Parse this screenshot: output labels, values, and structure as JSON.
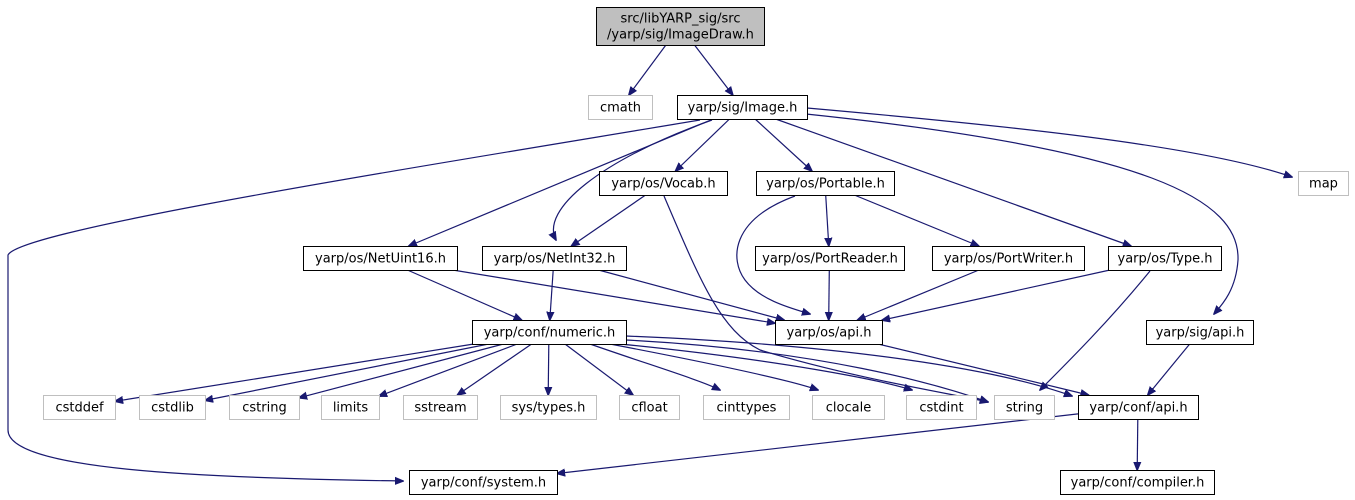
{
  "diagram": {
    "colors": {
      "edge": "#191970",
      "root_fill": "#bfbfbf",
      "node_border": "#000000",
      "external_border": "#bfbfbf"
    },
    "nodes": [
      {
        "id": "imagedraw",
        "lines": [
          "src/libYARP_sig/src",
          "/yarp/sig/ImageDraw.h"
        ],
        "kind": "root"
      },
      {
        "id": "cmath",
        "lines": [
          "cmath"
        ],
        "kind": "external"
      },
      {
        "id": "image",
        "lines": [
          "yarp/sig/Image.h"
        ],
        "kind": "internal"
      },
      {
        "id": "vocab",
        "lines": [
          "yarp/os/Vocab.h"
        ],
        "kind": "internal"
      },
      {
        "id": "portable",
        "lines": [
          "yarp/os/Portable.h"
        ],
        "kind": "internal"
      },
      {
        "id": "map",
        "lines": [
          "map"
        ],
        "kind": "external"
      },
      {
        "id": "netuint16",
        "lines": [
          "yarp/os/NetUint16.h"
        ],
        "kind": "internal"
      },
      {
        "id": "netint32",
        "lines": [
          "yarp/os/NetInt32.h"
        ],
        "kind": "internal"
      },
      {
        "id": "portreader",
        "lines": [
          "yarp/os/PortReader.h"
        ],
        "kind": "internal"
      },
      {
        "id": "portwriter",
        "lines": [
          "yarp/os/PortWriter.h"
        ],
        "kind": "internal"
      },
      {
        "id": "type",
        "lines": [
          "yarp/os/Type.h"
        ],
        "kind": "internal"
      },
      {
        "id": "numeric",
        "lines": [
          "yarp/conf/numeric.h"
        ],
        "kind": "internal"
      },
      {
        "id": "osapi",
        "lines": [
          "yarp/os/api.h"
        ],
        "kind": "internal"
      },
      {
        "id": "sigapi",
        "lines": [
          "yarp/sig/api.h"
        ],
        "kind": "internal"
      },
      {
        "id": "cstddef",
        "lines": [
          "cstddef"
        ],
        "kind": "external"
      },
      {
        "id": "cstdlib",
        "lines": [
          "cstdlib"
        ],
        "kind": "external"
      },
      {
        "id": "cstring",
        "lines": [
          "cstring"
        ],
        "kind": "external"
      },
      {
        "id": "limits",
        "lines": [
          "limits"
        ],
        "kind": "external"
      },
      {
        "id": "sstream",
        "lines": [
          "sstream"
        ],
        "kind": "external"
      },
      {
        "id": "systypes",
        "lines": [
          "sys/types.h"
        ],
        "kind": "external"
      },
      {
        "id": "cfloat",
        "lines": [
          "cfloat"
        ],
        "kind": "external"
      },
      {
        "id": "cinttypes",
        "lines": [
          "cinttypes"
        ],
        "kind": "external"
      },
      {
        "id": "clocale",
        "lines": [
          "clocale"
        ],
        "kind": "external"
      },
      {
        "id": "cstdint",
        "lines": [
          "cstdint"
        ],
        "kind": "external"
      },
      {
        "id": "string",
        "lines": [
          "string"
        ],
        "kind": "external"
      },
      {
        "id": "confapi",
        "lines": [
          "yarp/conf/api.h"
        ],
        "kind": "internal"
      },
      {
        "id": "system",
        "lines": [
          "yarp/conf/system.h"
        ],
        "kind": "internal"
      },
      {
        "id": "compiler",
        "lines": [
          "yarp/conf/compiler.h"
        ],
        "kind": "internal"
      }
    ],
    "edges": [
      {
        "from": "imagedraw",
        "to": "cmath"
      },
      {
        "from": "imagedraw",
        "to": "image"
      },
      {
        "from": "image",
        "to": "system"
      },
      {
        "from": "image",
        "to": "netuint16"
      },
      {
        "from": "image",
        "to": "netint32"
      },
      {
        "from": "image",
        "to": "vocab"
      },
      {
        "from": "image",
        "to": "portable"
      },
      {
        "from": "image",
        "to": "type"
      },
      {
        "from": "image",
        "to": "sigapi"
      },
      {
        "from": "image",
        "to": "map"
      },
      {
        "from": "vocab",
        "to": "netint32"
      },
      {
        "from": "vocab",
        "to": "string"
      },
      {
        "from": "portable",
        "to": "osapi"
      },
      {
        "from": "portable",
        "to": "portreader"
      },
      {
        "from": "portable",
        "to": "portwriter"
      },
      {
        "from": "netuint16",
        "to": "numeric"
      },
      {
        "from": "netuint16",
        "to": "osapi"
      },
      {
        "from": "netint32",
        "to": "numeric"
      },
      {
        "from": "netint32",
        "to": "osapi"
      },
      {
        "from": "portreader",
        "to": "osapi"
      },
      {
        "from": "portwriter",
        "to": "osapi"
      },
      {
        "from": "type",
        "to": "osapi"
      },
      {
        "from": "type",
        "to": "string"
      },
      {
        "from": "sigapi",
        "to": "confapi"
      },
      {
        "from": "osapi",
        "to": "confapi"
      },
      {
        "from": "numeric",
        "to": "cstddef"
      },
      {
        "from": "numeric",
        "to": "cstdlib"
      },
      {
        "from": "numeric",
        "to": "cstring"
      },
      {
        "from": "numeric",
        "to": "limits"
      },
      {
        "from": "numeric",
        "to": "sstream"
      },
      {
        "from": "numeric",
        "to": "systypes"
      },
      {
        "from": "numeric",
        "to": "cfloat"
      },
      {
        "from": "numeric",
        "to": "cinttypes"
      },
      {
        "from": "numeric",
        "to": "clocale"
      },
      {
        "from": "numeric",
        "to": "cstdint"
      },
      {
        "from": "numeric",
        "to": "string"
      },
      {
        "from": "numeric",
        "to": "confapi"
      },
      {
        "from": "confapi",
        "to": "system"
      },
      {
        "from": "confapi",
        "to": "compiler"
      }
    ]
  }
}
